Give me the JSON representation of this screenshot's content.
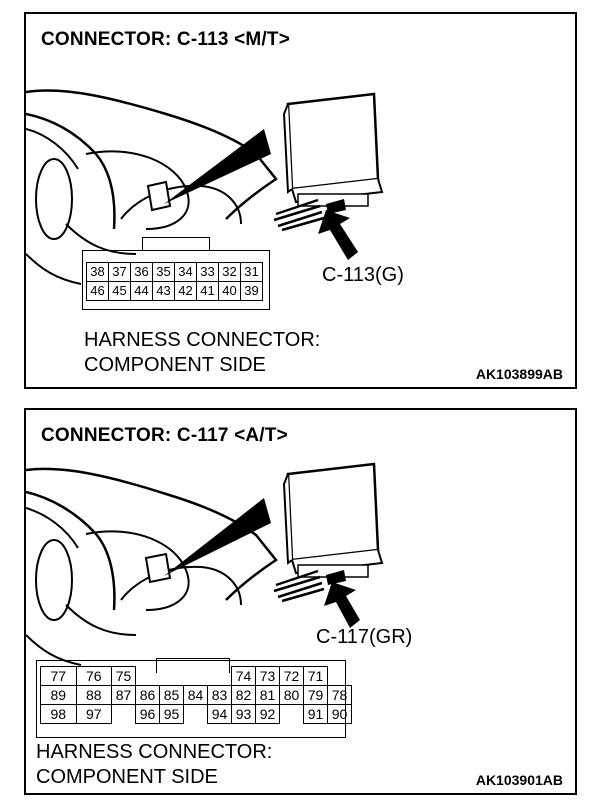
{
  "connector_1": {
    "title": "CONNECTOR: C-113 <M/T>",
    "connector_label": "C-113(G)",
    "harness_line1": "HARNESS CONNECTOR:",
    "harness_line2": "COMPONENT SIDE",
    "ref_code": "AK103899AB",
    "pins_top": [
      "38",
      "37",
      "36",
      "35",
      "34",
      "33",
      "32",
      "31"
    ],
    "pins_bottom": [
      "46",
      "45",
      "44",
      "43",
      "42",
      "41",
      "40",
      "39"
    ]
  },
  "connector_2": {
    "title": "CONNECTOR: C-117 <A/T>",
    "connector_label": "C-117(GR)",
    "harness_line1": "HARNESS CONNECTOR:",
    "harness_line2": "COMPONENT SIDE",
    "ref_code": "AK103901AB",
    "row1": [
      "77",
      "76",
      "75",
      "",
      "",
      "",
      "",
      "74",
      "73",
      "72",
      "71"
    ],
    "row2": [
      "89",
      "88",
      "87",
      "86",
      "85",
      "84",
      "83",
      "82",
      "81",
      "80",
      "79",
      "78"
    ],
    "row3": [
      "98",
      "97",
      "",
      "96",
      "95",
      "",
      "94",
      "93",
      "92",
      "",
      "91",
      "90"
    ]
  }
}
